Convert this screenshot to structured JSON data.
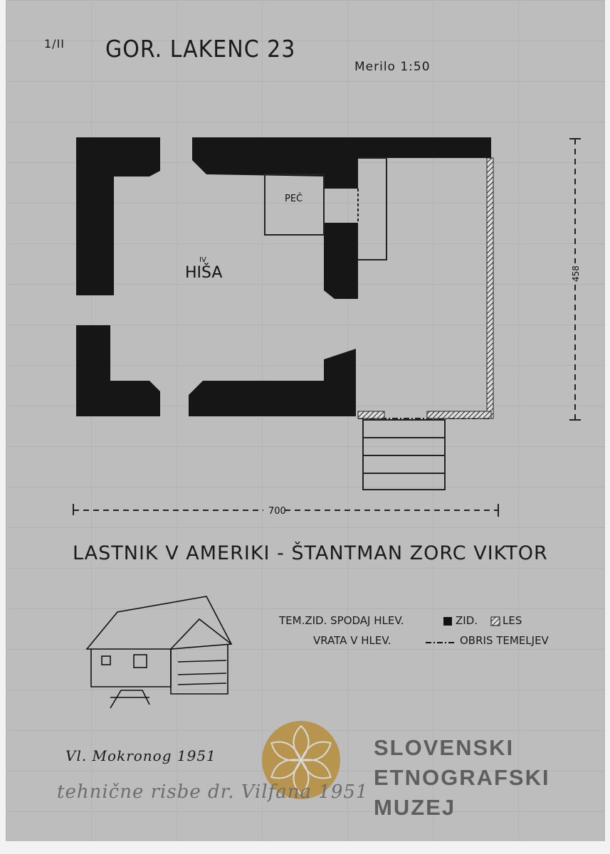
{
  "header": {
    "sheet_number": "1/II",
    "title": "GOR. LAKENC 23",
    "scale": "Merilo 1:50"
  },
  "plan": {
    "room_main": "HIŠA",
    "room_main_mark": "IV",
    "stove": "PEČ",
    "width_dim": "700",
    "depth_dim": "458"
  },
  "owner_line": "LASTNIK V AMERIKI - ŠTANTMAN ZORC VIKTOR",
  "legend": {
    "row1": "TEM.ZID. SPODAJ HLEV.",
    "wall": "ZID.",
    "wood": "LES",
    "row2": "VRATA V HLEV.",
    "foundation": "OBRIS TEMELJEV"
  },
  "footer": {
    "place_date": "Vl. Mokronog 1951",
    "pencil_note": "tehnične risbe dr. Vilfana 1951"
  },
  "logo": {
    "lines": [
      "SLOVENSKI",
      "ETNOGRAFSKI",
      "MUZEJ"
    ],
    "gold": "#b8954f"
  }
}
